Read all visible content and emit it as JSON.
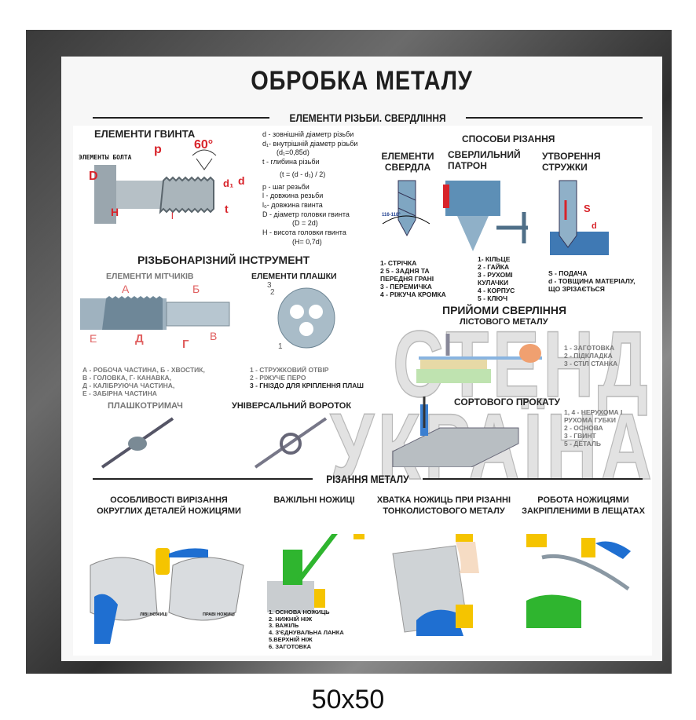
{
  "title": "ОБРОБКА МЕТАЛУ",
  "subtitle": "ЕЛЕМЕНТИ РІЗЬБИ. СВЕРДЛІННЯ",
  "screw": {
    "heading": "ЕЛЕМЕНТИ ГВИНТА",
    "image_caption": "ЭЛЕМЕНТЫ БОЛТА",
    "angle": "60°",
    "labels": [
      "p",
      "D",
      "H",
      "d₁",
      "d",
      "t",
      "l"
    ],
    "legend": [
      "d - зовнішній діаметр різьби",
      "d₁- внутрішній діаметр різьби",
      "(d₁=0,85d)",
      "t - глибина різьби",
      "(t = (d - d₁) / 2)",
      "p - шаг резьби",
      "l - довжина резьби",
      "l₀- довжина гвинта",
      "D - діаметр головки гвинта",
      "(D = 2d)",
      "H - висота головки гвинта",
      "(H= 0,7d)"
    ]
  },
  "cutting_methods": {
    "heading": "СПОСОБИ РІЗАННЯ",
    "drill": {
      "heading": "ЕЛЕМЕНТИ СВЕРДЛА",
      "angle": "116-118°",
      "legend": [
        "1- СТРІЧКА",
        "2  5 - ЗАДНЯ ТА",
        "ПЕРЕДНЯ ГРАНІ",
        "3 - ПЕРЕМИЧКА",
        "4 - РІЖУЧА КРОМКА"
      ]
    },
    "chuck": {
      "heading": "СВЕРЛИЛЬНИЙ ПАТРОН",
      "legend": [
        "1- КІЛЬЦЕ",
        "2 - ГАЙКА",
        "3 - РУХОМІ",
        "КУЛАЧКИ",
        "4 - КОРПУС",
        "5 - КЛЮЧ"
      ]
    },
    "chip": {
      "heading": "УТВОРЕННЯ СТРУЖКИ",
      "labels": [
        "S",
        "d"
      ],
      "legend": [
        "S - ПОДАЧА",
        "d - ТОВЩИНА МАТЕРІАЛУ,",
        "ЩО ЗРІЗАЄТЬСЯ"
      ]
    }
  },
  "threading_tools": {
    "heading": "РІЗЬБОНАРІЗНИЙ ІНСТРУМЕНТ",
    "tap": {
      "heading": "ЕЛЕМЕНТИ МІТЧИКІВ",
      "labels": [
        "А",
        "Б",
        "Е",
        "Д",
        "Г",
        "В"
      ],
      "legend": [
        "А - РОБОЧА ЧАСТИНА, Б - ХВОСТИК,",
        "В - ГОЛОВКА, Г- КАНАВКА,",
        "Д - КАЛІБРУЮЧА ЧАСТИНА,",
        "Е - ЗАБІРНА ЧАСТИНА"
      ]
    },
    "die": {
      "heading": "ЕЛЕМЕНТИ ПЛАШКИ",
      "labels": [
        "3",
        "2",
        "1"
      ],
      "legend": [
        "1 - СТРУЖКОВИЙ ОТВІР",
        "2 - РІЖУЧЕ ПЕРО",
        "3 - ГНІЗДО ДЛЯ КРІПЛЕННЯ ПЛАШ"
      ]
    },
    "die_holder": "ПЛАШКОТРИМАЧ",
    "tap_wrench": "УНІВЕРСАЛЬНИЙ ВОРОТОК"
  },
  "drilling": {
    "heading": "ПРИЙОМИ СВЕРЛІННЯ",
    "sheet": {
      "heading": "ЛІСТОВОГО МЕТАЛУ",
      "legend": [
        "1 - ЗАГОТОВКА",
        "2 - ПІДКЛАДКА",
        "3 - СТІЛ СТАНКА"
      ]
    },
    "profile": {
      "heading": "СОРТОВОГО ПРОКАТУ",
      "legend": [
        "1, 4 - НЕРУХОМА І",
        "РУХОМА ГУБКИ",
        "2 - ОСНОВА",
        "3 - ГВИНТ",
        "5 - ДЕТАЛЬ"
      ]
    }
  },
  "metal_cutting": {
    "heading": "РІЗАННЯ МЕТАЛУ",
    "items": [
      {
        "heading": "ОСОБЛИВОСТІ ВИРІЗАННЯ ОКРУГЛИХ ДЕТАЛЕЙ НОЖИЦЯМИ",
        "labels": [
          "ЛІВІ НОЖИЦІ",
          "ПРАВІ НОЖИЦІ"
        ]
      },
      {
        "heading": "ВАЖІЛЬНІ НОЖИЦІ",
        "legend": [
          "1. ОСНОВА НОЖИЦЬ",
          "2. НИЖНІЙ НІЖ",
          "3. ВАЖІЛЬ",
          "4. З'ЄДНУВАЛЬНА ЛАНКА",
          "5.ВЕРХНІЙ НІЖ",
          "6. ЗАГОТОВКА"
        ]
      },
      {
        "heading": "ХВАТКА НОЖИЦЬ ПРИ РІЗАННІ ТОНКОЛИСТОВОГО МЕТАЛУ"
      },
      {
        "heading": "РОБОТА НОЖИЦЯМИ ЗАКРІПЛЕНИМИ В ЛЕЩАТАХ"
      }
    ]
  },
  "watermark": [
    "СТЕНД",
    "УКРАЇНА"
  ],
  "size_label": "50x50",
  "colors": {
    "accent_red": "#d8232a",
    "glove_blue": "#1f6fd1",
    "cuff_yellow": "#f5c400",
    "vise_green": "#2fb52f"
  }
}
